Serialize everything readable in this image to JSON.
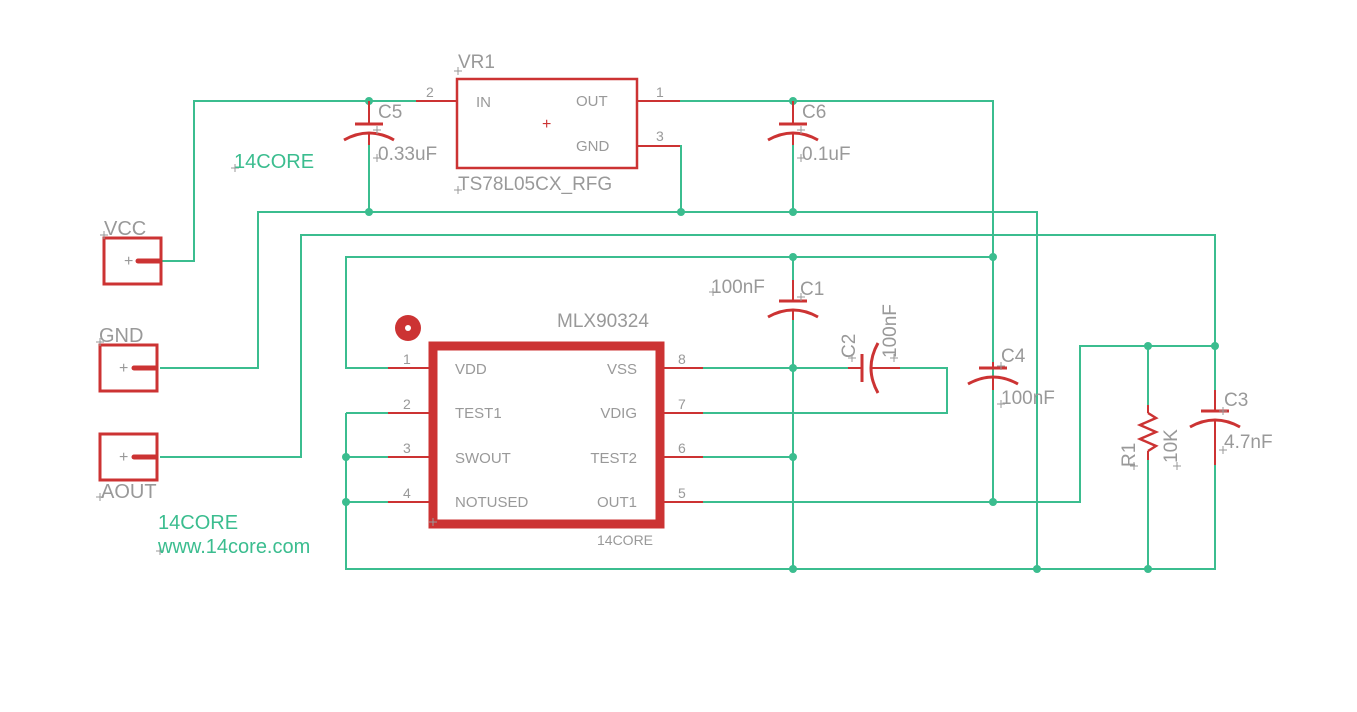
{
  "colors": {
    "wire": "#3bbd8f",
    "symbol": "#cc3333",
    "label": "#999999",
    "brand": "#3bbd8f"
  },
  "connectors": {
    "vcc": "VCC",
    "gnd": "GND",
    "aout": "AOUT"
  },
  "regulator": {
    "name": "VR1",
    "value": "TS78L05CX_RFG",
    "pins": {
      "in": "IN",
      "out": "OUT",
      "gnd": "GND",
      "in_num": "2",
      "out_num": "1",
      "gnd_num": "3"
    }
  },
  "ic": {
    "name": "MLX90324",
    "footer": "14CORE",
    "left_pins": [
      {
        "num": "1",
        "name": "VDD"
      },
      {
        "num": "2",
        "name": "TEST1"
      },
      {
        "num": "3",
        "name": "SWOUT"
      },
      {
        "num": "4",
        "name": "NOTUSED"
      }
    ],
    "right_pins": [
      {
        "num": "8",
        "name": "VSS"
      },
      {
        "num": "7",
        "name": "VDIG"
      },
      {
        "num": "6",
        "name": "TEST2"
      },
      {
        "num": "5",
        "name": "OUT1"
      }
    ]
  },
  "capacitors": {
    "c1": {
      "name": "C1",
      "value": "100nF"
    },
    "c2": {
      "name": "C2",
      "value": "100nF"
    },
    "c3": {
      "name": "C3",
      "value": "4.7nF"
    },
    "c4": {
      "name": "C4",
      "value": "100nF"
    },
    "c5": {
      "name": "C5",
      "value": "0.33uF"
    },
    "c6": {
      "name": "C6",
      "value": "0.1uF"
    }
  },
  "resistor": {
    "name": "R1",
    "value": "10K"
  },
  "brand": {
    "top": "14CORE",
    "bottom": "14CORE",
    "url": "www.14core.com"
  }
}
